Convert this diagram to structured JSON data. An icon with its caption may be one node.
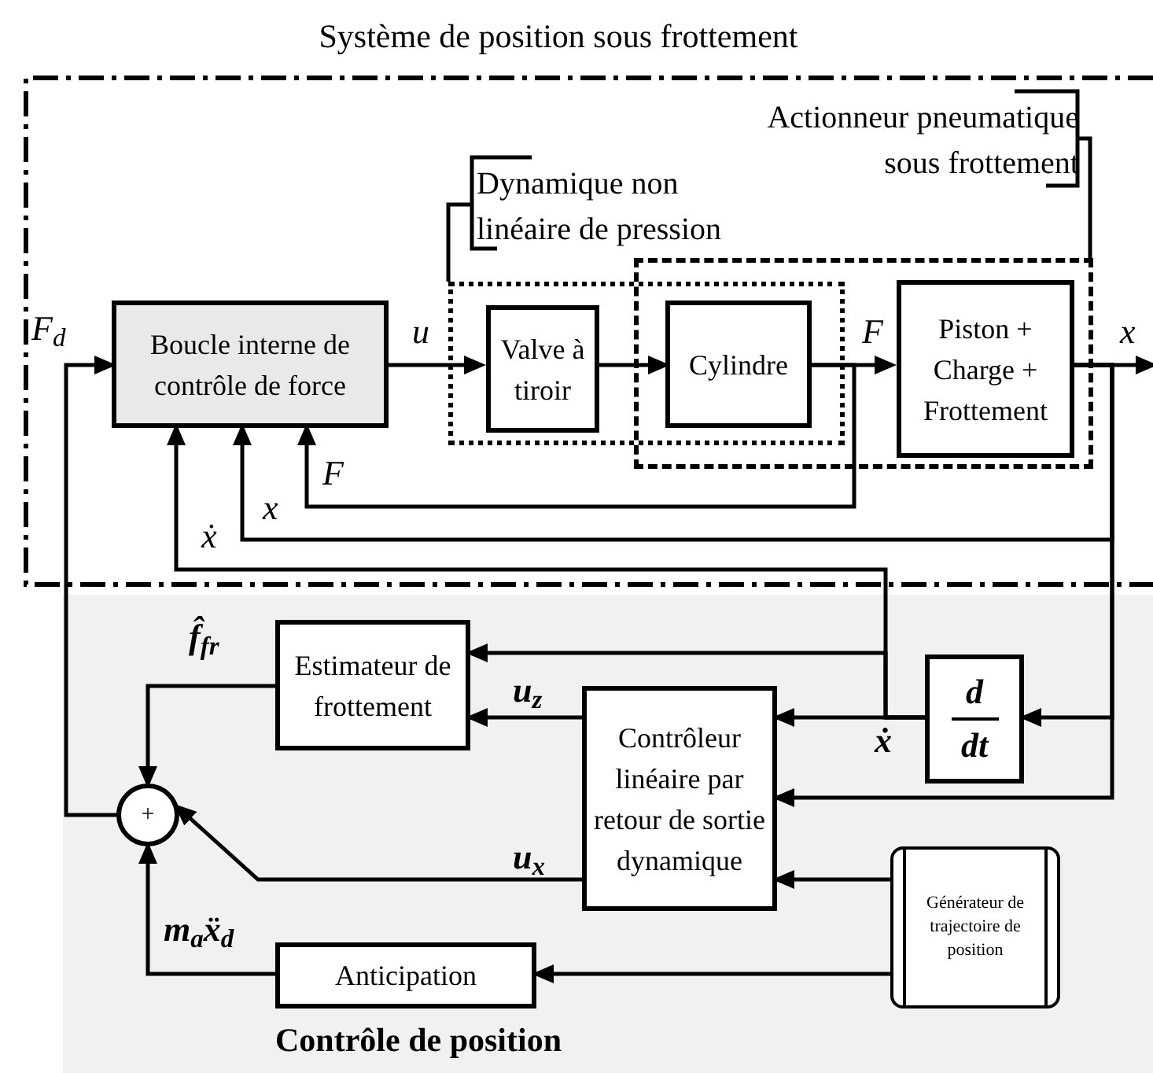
{
  "diagram": {
    "nodes": [
      {
        "text": [
          "Système de position sous frottement"
        ]
      },
      {
        "text": [
          "Actionneur pneumatique sous frottement"
        ],
        "in": 0
      },
      {
        "text": [
          "Dynamique non linéaire de pression"
        ],
        "in": 0
      },
      {
        "text": [
          "Boucle interne de contrôle de force"
        ],
        "in": 0
      },
      {
        "text": [
          "Valve à tiroir"
        ],
        "in": 2
      },
      {
        "text": [
          "Cylindre"
        ]
      },
      {
        "text": [
          "Piston + Charge + Frottement"
        ],
        "in": 1
      },
      {
        "text": [
          "Contrôle de position"
        ]
      },
      {
        "text": [
          "Estimateur de frottement"
        ],
        "in": 7
      },
      {
        "text": [
          "Contrôleur linéaire par retour de sortie dynamique"
        ],
        "in": 7
      },
      {
        "text": [
          "d",
          "dt"
        ],
        "in": 7
      },
      {
        "text": [
          "+"
        ],
        "in": 7
      },
      {
        "text": [
          "Générateur de trajectoire de position"
        ],
        "in": 7
      },
      {
        "text": [
          "Anticipation"
        ],
        "in": 7
      }
    ],
    "edges": [
      {
        "from": 11,
        "to": 3,
        "arrow": "to",
        "label": "F$_{d}$"
      },
      {
        "from": 3,
        "to": 4,
        "arrow": "to",
        "label": "u"
      },
      {
        "from": 4,
        "to": 5,
        "arrow": "to"
      },
      {
        "from": 5,
        "to": 6,
        "arrow": "to",
        "label": "F"
      },
      {
        "from": 6,
        "to": null,
        "arrow": "to",
        "label": "x"
      },
      {
        "from": 5,
        "to": 3,
        "arrow": "to",
        "label": "F"
      },
      {
        "from": 6,
        "to": 3,
        "arrow": "to",
        "label": "x"
      },
      {
        "from": 10,
        "to": 3,
        "arrow": "to",
        "label": "ẋ"
      },
      {
        "from": 10,
        "to": 8,
        "arrow": "to"
      },
      {
        "from": 10,
        "to": 9,
        "arrow": "to",
        "label": "ẋ"
      },
      {
        "from": 6,
        "to": 10,
        "arrow": "to"
      },
      {
        "from": 6,
        "to": 9,
        "arrow": "to"
      },
      {
        "from": 9,
        "to": 8,
        "arrow": "to",
        "label": "u$_{z}$"
      },
      {
        "from": 9,
        "to": 11,
        "arrow": "to",
        "label": "u$_{x}$"
      },
      {
        "from": 8,
        "to": 11,
        "arrow": "to",
        "label": "f̂$_{fr}$"
      },
      {
        "from": 12,
        "to": 9,
        "arrow": "to"
      },
      {
        "from": 12,
        "to": 13,
        "arrow": "to"
      },
      {
        "from": 13,
        "to": 11,
        "arrow": "to",
        "label": "m$_{a}$ẍ$_{d}$"
      }
    ]
  }
}
